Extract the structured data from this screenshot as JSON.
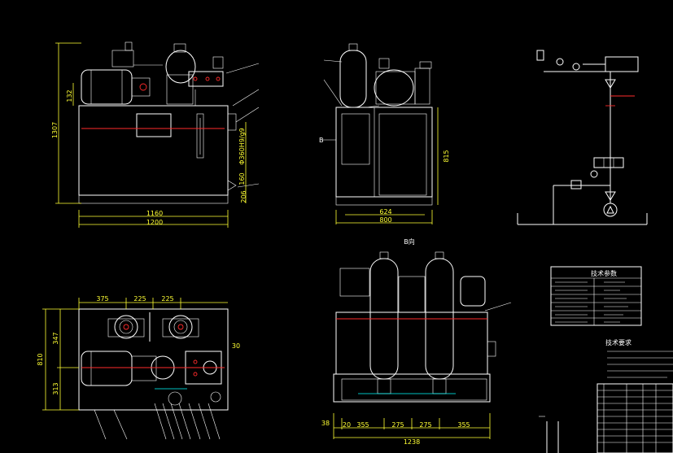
{
  "colors": {
    "background": "#000000",
    "outline": "#ffffff",
    "dimension": "#ffff33",
    "center_line": "#ff2b2b",
    "pipe": "#00ffff",
    "green": "#33ff33"
  },
  "front_view": {
    "dims": {
      "height_total": "1307",
      "motor_height": "132",
      "port_size": "Φ360H9/g9",
      "base_offset": "160",
      "base_height": "206",
      "width_inner": "1160",
      "width_total": "1200"
    }
  },
  "side_view": {
    "section_label": "B",
    "dims": {
      "height": "815",
      "width_inner": "624",
      "width_total": "800"
    }
  },
  "rear_view": {
    "view_label": "B向",
    "dims": {
      "base": "38",
      "seg1": "20",
      "seg2": "355",
      "seg3": "275",
      "seg4": "275",
      "seg5": "355",
      "width_total": "1238"
    }
  },
  "top_view": {
    "dims": {
      "top1": "375",
      "top2": "225",
      "top3": "225",
      "depth_total": "810",
      "depth_upper": "347",
      "depth_lower": "313",
      "right": "30"
    }
  },
  "tech_params": {
    "title": "技术参数"
  },
  "tech_req": {
    "title": "技术要求"
  }
}
